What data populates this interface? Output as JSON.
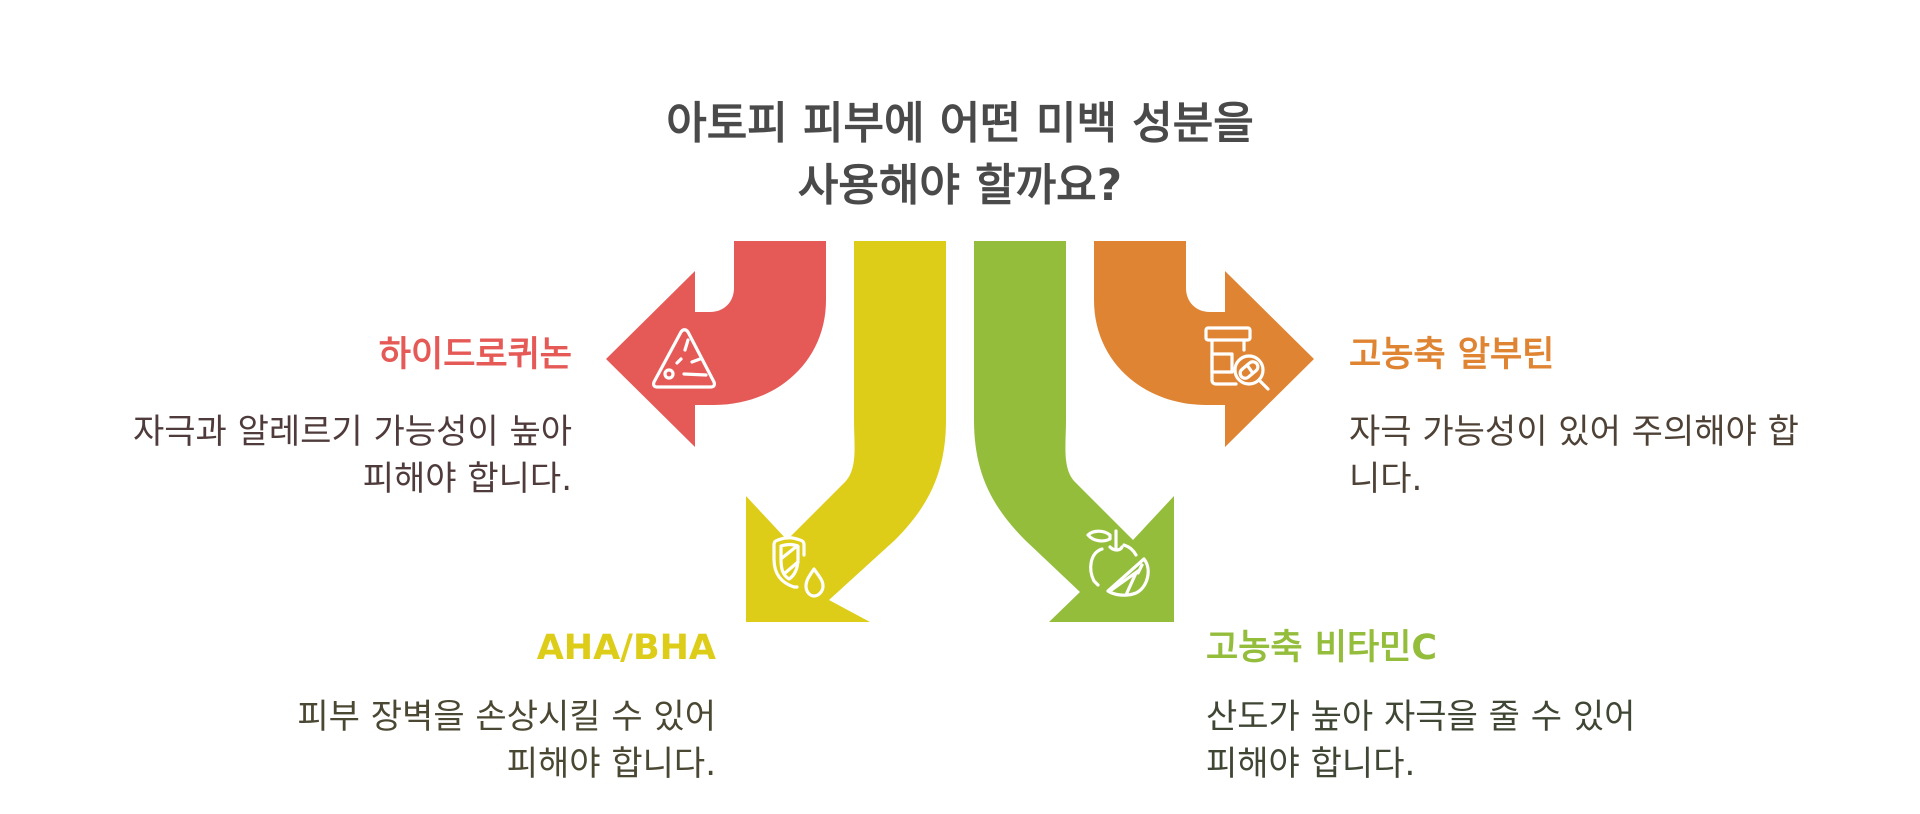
{
  "title": {
    "line1": "아토피 피부에 어떤 미백 성분을",
    "line2": "사용해야 할까요?"
  },
  "colors": {
    "red": "#E55A56",
    "yellow": "#DDCD19",
    "green": "#94BD3C",
    "orange": "#DF8433",
    "title": "#4a4a4a"
  },
  "options": [
    {
      "id": "hydroquinone",
      "label": "하이드로퀴논",
      "desc_line1": "자극과 알레르기 가능성이 높아",
      "desc_line2": "피해야 합니다.",
      "icon": "warning-triangle-icon",
      "color": "#E55A56",
      "text_color": "#4F3B3B"
    },
    {
      "id": "aha-bha",
      "label": "AHA/BHA",
      "desc_line1": "피부 장벽을 손상시킬 수 있어",
      "desc_line2": "피해야 합니다.",
      "icon": "shield-drop-icon",
      "color": "#DDCD19",
      "text_color": "#4A4733"
    },
    {
      "id": "vitamin-c",
      "label": "고농축 비타민C",
      "desc_line1": "산도가 높아 자극을 줄 수 있어",
      "desc_line2": "피해야 합니다.",
      "icon": "citrus-fruit-icon",
      "color": "#94BD3C",
      "text_color": "#3F4634"
    },
    {
      "id": "arbutin",
      "label": "고농축 알부틴",
      "desc_line1": "자극 가능성이 있어 주의해야 합",
      "desc_line2": "니다.",
      "icon": "pill-bottle-search-icon",
      "color": "#DF8433",
      "text_color": "#4E4136"
    }
  ]
}
